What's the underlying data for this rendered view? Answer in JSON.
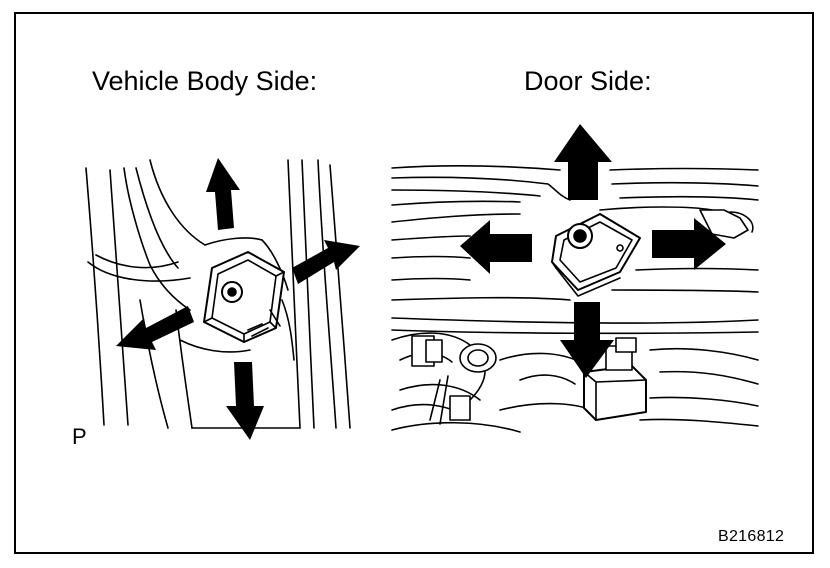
{
  "titles": {
    "left": "Vehicle Body Side:",
    "right": "Door Side:"
  },
  "marker": "P",
  "figure_code": "B216812",
  "illustrations": {
    "left": {
      "arrows": [
        "up",
        "right",
        "down",
        "left"
      ],
      "part": "door-striker"
    },
    "right": {
      "arrows": [
        "up",
        "left",
        "right",
        "down"
      ],
      "part": "door-lock"
    }
  }
}
